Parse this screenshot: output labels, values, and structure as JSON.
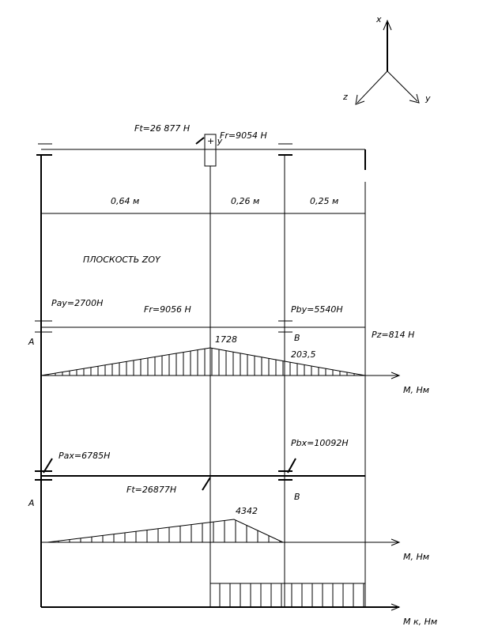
{
  "axes": {
    "x": "x",
    "y": "y",
    "z": "z"
  },
  "top": {
    "ft": "Ft=26 877 H",
    "fr": "Fr=9054  H",
    "gear_mark": "+ y",
    "dims": [
      "0,64  м",
      "0,26  м",
      "0,25  м"
    ]
  },
  "plane": {
    "title": "ПЛОСКОСТЬ ZOY",
    "ray": "Pay=2700H",
    "fr": "Fr=9056 H",
    "rby": "Pby=5540H",
    "pz": "Pz=814  H",
    "a": "A",
    "b": "B",
    "m1": "1728",
    "m2": "203,5",
    "axis": "М, Нм"
  },
  "plane2": {
    "rax": "Pax=6785H",
    "rbx": "Pbx=10092H",
    "ft": "Ft=26877H",
    "a": "A",
    "b": "B",
    "m1": "4342",
    "axis": "М, Нм"
  },
  "torque": {
    "axis": "М к, Нм"
  }
}
